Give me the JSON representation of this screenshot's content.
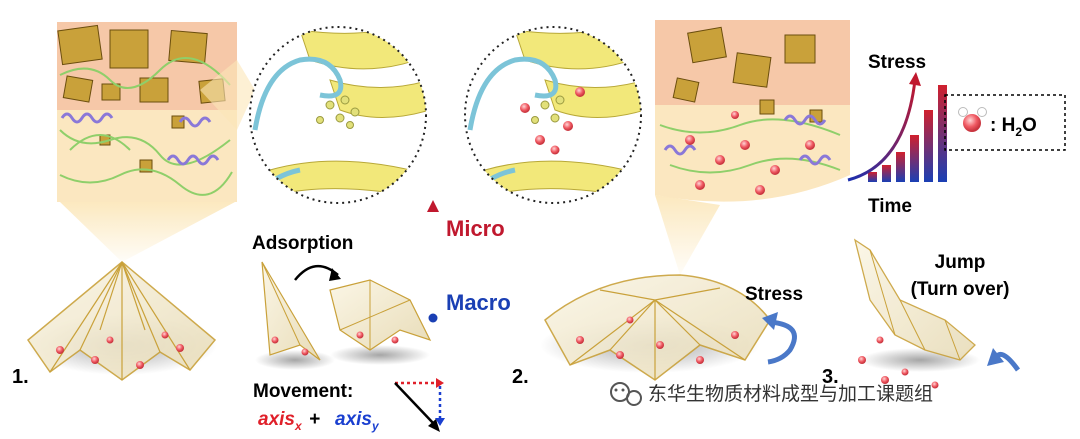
{
  "labels": {
    "micro": "Micro",
    "macro": "Macro",
    "adsorption": "Adsorption",
    "stress_right": "Stress",
    "stress_chart": "Stress",
    "time": "Time",
    "jump_line1": "Jump",
    "jump_line2": "(Turn over)",
    "movement": "Movement:",
    "axis_x": "axis",
    "axis_x_sub": "x",
    "axis_y": "axis",
    "axis_y_sub": "y",
    "plus": " + ",
    "panel1": "1.",
    "panel2": "2.",
    "panel3": "3.",
    "water_legend_prefix": ": H",
    "water_legend_sub": "2",
    "water_legend_suffix": "O",
    "watermark": "东华生物质材料成型与加工课题组"
  },
  "colors": {
    "micro_red": "#c0182e",
    "macro_blue": "#1a3fb4",
    "axis_x_red": "#e0202a",
    "axis_y_blue": "#1a3fd0",
    "peach": "#f6c8a8",
    "cream": "#fbe7c0",
    "gold": "#c9a13a",
    "helix_purple": "#8a78d8",
    "chain_green": "#8fcf6a",
    "water_red": "#f0606a"
  },
  "icons": [
    "chemistry-logo-icon",
    "water-molecule-icon",
    "curved-arrow-icon"
  ]
}
